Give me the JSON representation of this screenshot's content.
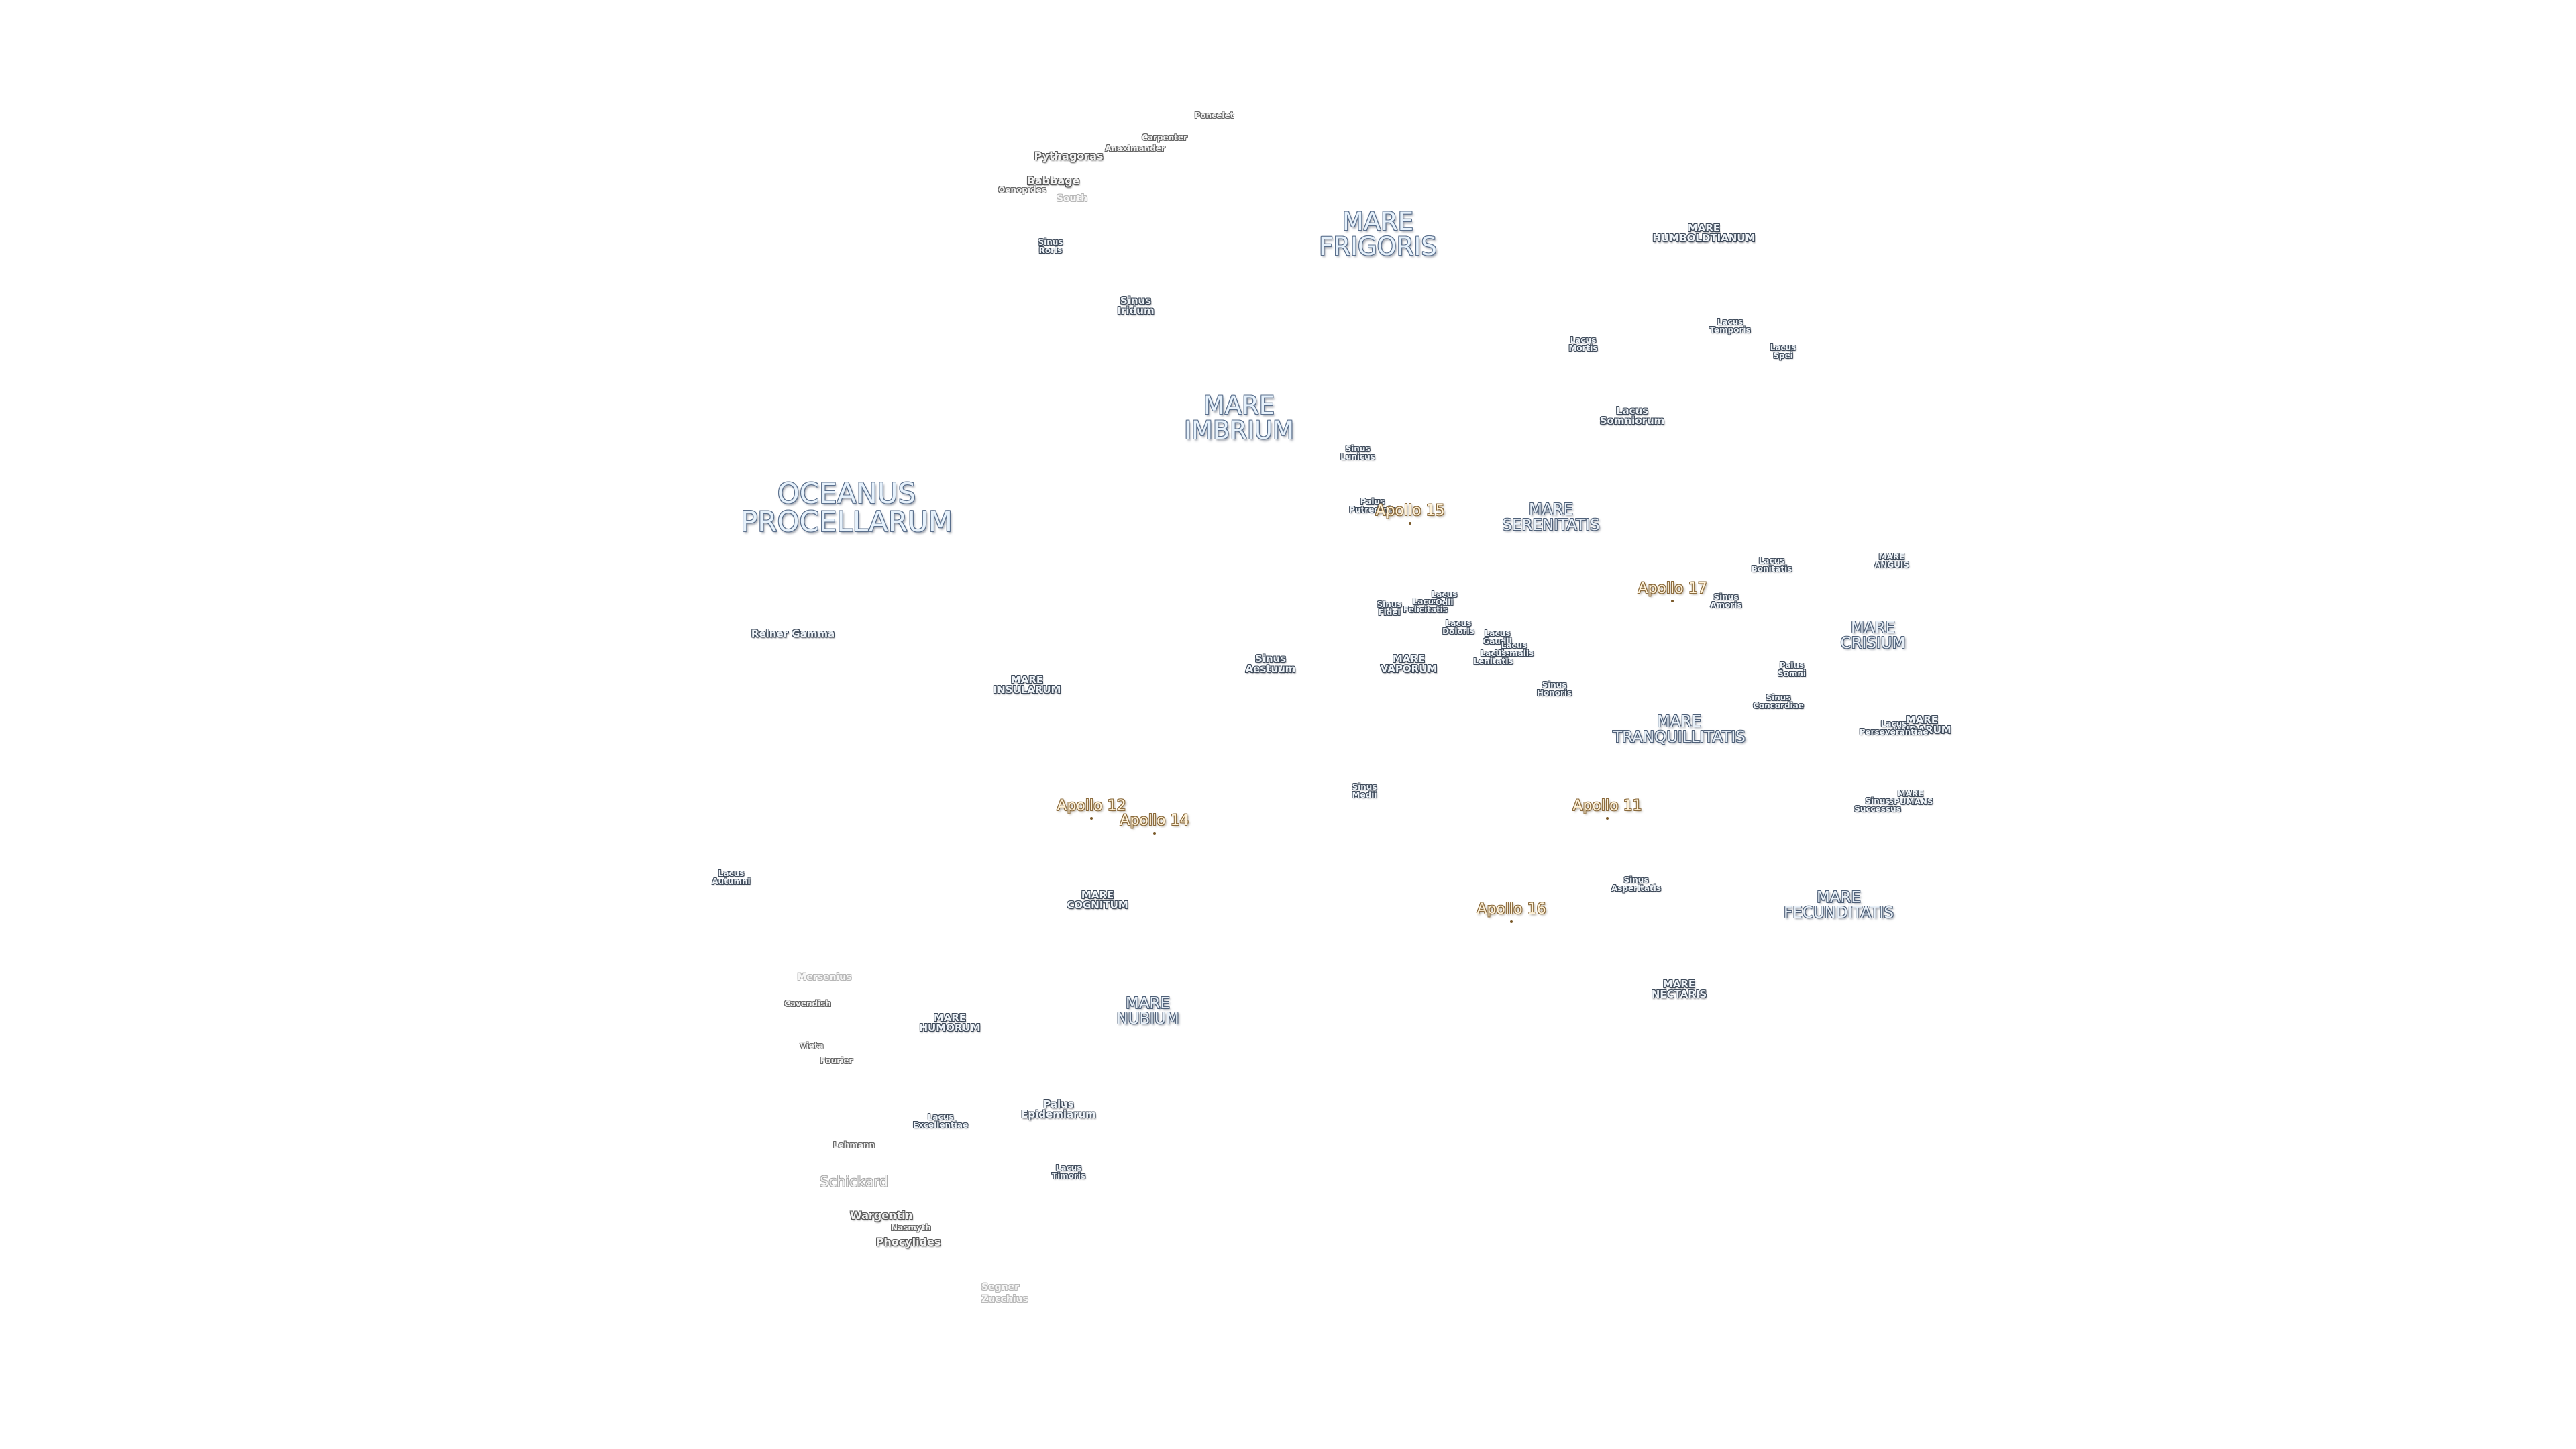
{
  "colors": {
    "background": "#ffffff",
    "label_fill": "#e6f1fb",
    "label_outline": "#5a6f8c",
    "apollo_fill": "#fff2d8",
    "apollo_outline": "#8a6a3c"
  },
  "labels": [
    {
      "id": "oceanus-procellarum",
      "lines": [
        "OCEANUS",
        "PROCELLARUM"
      ],
      "kind": "ocean"
    },
    {
      "id": "mare-frigoris",
      "lines": [
        "MARE",
        "FRIGORIS"
      ],
      "kind": "big"
    },
    {
      "id": "mare-imbrium",
      "lines": [
        "MARE",
        "IMBRIUM"
      ],
      "kind": "big"
    },
    {
      "id": "mare-serenitatis",
      "lines": [
        "MARE",
        "SERENITATIS"
      ],
      "kind": "mare"
    },
    {
      "id": "mare-tranquillitatis",
      "lines": [
        "MARE",
        "TRANQUILLITATIS"
      ],
      "kind": "mare"
    },
    {
      "id": "mare-fecunditatis",
      "lines": [
        "MARE",
        "FECUNDITATIS"
      ],
      "kind": "mare"
    },
    {
      "id": "mare-crisium",
      "lines": [
        "MARE",
        "CRISIUM"
      ],
      "kind": "mare"
    },
    {
      "id": "mare-nectaris",
      "lines": [
        "MARE",
        "NECTARIS"
      ],
      "kind": "small"
    },
    {
      "id": "mare-nubium",
      "lines": [
        "MARE",
        "NUBIUM"
      ],
      "kind": "mare"
    },
    {
      "id": "mare-humorum",
      "lines": [
        "MARE",
        "HUMORUM"
      ],
      "kind": "small"
    },
    {
      "id": "mare-cognitum",
      "lines": [
        "MARE",
        "COGNITUM"
      ],
      "kind": "small"
    },
    {
      "id": "mare-insularum",
      "lines": [
        "MARE",
        "INSULARUM"
      ],
      "kind": "small"
    },
    {
      "id": "mare-vaporum",
      "lines": [
        "MARE",
        "VAPORUM"
      ],
      "kind": "small"
    },
    {
      "id": "mare-humboldtianum",
      "lines": [
        "MARE",
        "HUMBOLDTIANUM"
      ],
      "kind": "small"
    },
    {
      "id": "mare-anguis",
      "lines": [
        "MARE",
        "ANGUIS"
      ],
      "kind": "tiny"
    },
    {
      "id": "mare-undarum",
      "lines": [
        "MARE",
        "UNDARUM"
      ],
      "kind": "small"
    },
    {
      "id": "mare-spumans",
      "lines": [
        "MARE",
        "SPUMANS"
      ],
      "kind": "tiny"
    },
    {
      "id": "lacus-somniorum",
      "lines": [
        "Lacus",
        "Somniorum"
      ],
      "kind": "small"
    },
    {
      "id": "lacus-temporis",
      "lines": [
        "Lacus",
        "Temporis"
      ],
      "kind": "tiny"
    },
    {
      "id": "lacus-mortis",
      "lines": [
        "Lacus",
        "Mortis"
      ],
      "kind": "tiny"
    },
    {
      "id": "lacus-spei",
      "lines": [
        "Lacus",
        "Spei"
      ],
      "kind": "tiny"
    },
    {
      "id": "lacus-bonitatis",
      "lines": [
        "Lacus",
        "Bonitatis"
      ],
      "kind": "tiny"
    },
    {
      "id": "sinus-amoris",
      "lines": [
        "Sinus",
        "Amoris"
      ],
      "kind": "tiny"
    },
    {
      "id": "palus-somni",
      "lines": [
        "Palus",
        "Somni"
      ],
      "kind": "tiny"
    },
    {
      "id": "sinus-concordiae",
      "lines": [
        "Sinus",
        "Concordiae"
      ],
      "kind": "tiny"
    },
    {
      "id": "lacus-perseverantiae",
      "lines": [
        "Lacus",
        "Perseverantiae"
      ],
      "kind": "tiny"
    },
    {
      "id": "sinus-successus",
      "lines": [
        "Sinus",
        "Successus"
      ],
      "kind": "tiny"
    },
    {
      "id": "sinus-asperitatis",
      "lines": [
        "Sinus",
        "Asperitatis"
      ],
      "kind": "tiny"
    },
    {
      "id": "sinus-honoris",
      "lines": [
        "Sinus",
        "Honoris"
      ],
      "kind": "tiny"
    },
    {
      "id": "sinus-medii",
      "lines": [
        "Sinus",
        "Medii"
      ],
      "kind": "tiny"
    },
    {
      "id": "sinus-aestuum",
      "lines": [
        "Sinus",
        "Aestuum"
      ],
      "kind": "small"
    },
    {
      "id": "sinus-fidei",
      "lines": [
        "Sinus",
        "Fidei"
      ],
      "kind": "tiny"
    },
    {
      "id": "lacus-felicitatis",
      "lines": [
        "Lacus",
        "Felicitatis"
      ],
      "kind": "tiny"
    },
    {
      "id": "lacus-odii",
      "lines": [
        "Lacus",
        "Odii"
      ],
      "kind": "tiny"
    },
    {
      "id": "lacus-doloris",
      "lines": [
        "Lacus",
        "Doloris"
      ],
      "kind": "tiny"
    },
    {
      "id": "lacus-gaudii",
      "lines": [
        "Lacus",
        "Gaudii"
      ],
      "kind": "tiny"
    },
    {
      "id": "lacus-hiemalis",
      "lines": [
        "Lacus",
        "Hiemalis"
      ],
      "kind": "tiny"
    },
    {
      "id": "lacus-lenitatis",
      "lines": [
        "Lacus",
        "Lenitatis"
      ],
      "kind": "tiny"
    },
    {
      "id": "sinus-lunicus",
      "lines": [
        "Sinus",
        "Lunicus"
      ],
      "kind": "tiny"
    },
    {
      "id": "palus-putredinis",
      "lines": [
        "Palus",
        "Putredinis"
      ],
      "kind": "tiny"
    },
    {
      "id": "sinus-iridum",
      "lines": [
        "Sinus",
        "Iridum"
      ],
      "kind": "small"
    },
    {
      "id": "sinus-roris",
      "lines": [
        "Sinus",
        "Roris"
      ],
      "kind": "tiny"
    },
    {
      "id": "palus-epidemiarum",
      "lines": [
        "Palus",
        "Epidemiarum"
      ],
      "kind": "small"
    },
    {
      "id": "lacus-excellentiae",
      "lines": [
        "Lacus",
        "Excellentiae"
      ],
      "kind": "tiny"
    },
    {
      "id": "lacus-timoris",
      "lines": [
        "Lacus",
        "Timoris"
      ],
      "kind": "tiny"
    },
    {
      "id": "lacus-autumni",
      "lines": [
        "Lacus",
        "Autumni"
      ],
      "kind": "tiny"
    },
    {
      "id": "reiner-gamma",
      "lines": [
        "Reiner Gamma"
      ],
      "kind": "small"
    },
    {
      "id": "pythagoras",
      "lines": [
        "Pythagoras"
      ],
      "kind": "crater"
    },
    {
      "id": "babbage",
      "lines": [
        "Babbage"
      ],
      "kind": "crater"
    },
    {
      "id": "oenopides",
      "lines": [
        "Oenopides"
      ],
      "kind": "crater-sm"
    },
    {
      "id": "south",
      "lines": [
        "South"
      ],
      "kind": "faint"
    },
    {
      "id": "anaximander",
      "lines": [
        "Anaximander"
      ],
      "kind": "crater-sm"
    },
    {
      "id": "carpenter",
      "lines": [
        "Carpenter"
      ],
      "kind": "crater-sm"
    },
    {
      "id": "poncelet",
      "lines": [
        "Poncelet"
      ],
      "kind": "crater-sm"
    },
    {
      "id": "mersenius",
      "lines": [
        "Mersenius"
      ],
      "kind": "faint"
    },
    {
      "id": "cavendish",
      "lines": [
        "Cavendish"
      ],
      "kind": "crater-sm"
    },
    {
      "id": "vieta",
      "lines": [
        "Vieta"
      ],
      "kind": "crater-sm"
    },
    {
      "id": "fourier",
      "lines": [
        "Fourier"
      ],
      "kind": "crater-sm"
    },
    {
      "id": "lehmann",
      "lines": [
        "Lehmann"
      ],
      "kind": "crater-sm"
    },
    {
      "id": "schickard",
      "lines": [
        "Schickard"
      ],
      "kind": "faint-lg"
    },
    {
      "id": "wargentin",
      "lines": [
        "Wargentin"
      ],
      "kind": "crater"
    },
    {
      "id": "nasmyth",
      "lines": [
        "Nasmyth"
      ],
      "kind": "crater-sm"
    },
    {
      "id": "phocylides",
      "lines": [
        "Phocylides"
      ],
      "kind": "crater"
    },
    {
      "id": "segner",
      "lines": [
        "Segner"
      ],
      "kind": "faint"
    },
    {
      "id": "zucchius",
      "lines": [
        "Zucchius"
      ],
      "kind": "faint"
    }
  ],
  "apollo_sites": [
    {
      "id": "apollo-15",
      "label": "Apollo 15"
    },
    {
      "id": "apollo-17",
      "label": "Apollo 17"
    },
    {
      "id": "apollo-12",
      "label": "Apollo 12"
    },
    {
      "id": "apollo-14",
      "label": "Apollo 14"
    },
    {
      "id": "apollo-11",
      "label": "Apollo 11"
    },
    {
      "id": "apollo-16",
      "label": "Apollo 16"
    }
  ]
}
